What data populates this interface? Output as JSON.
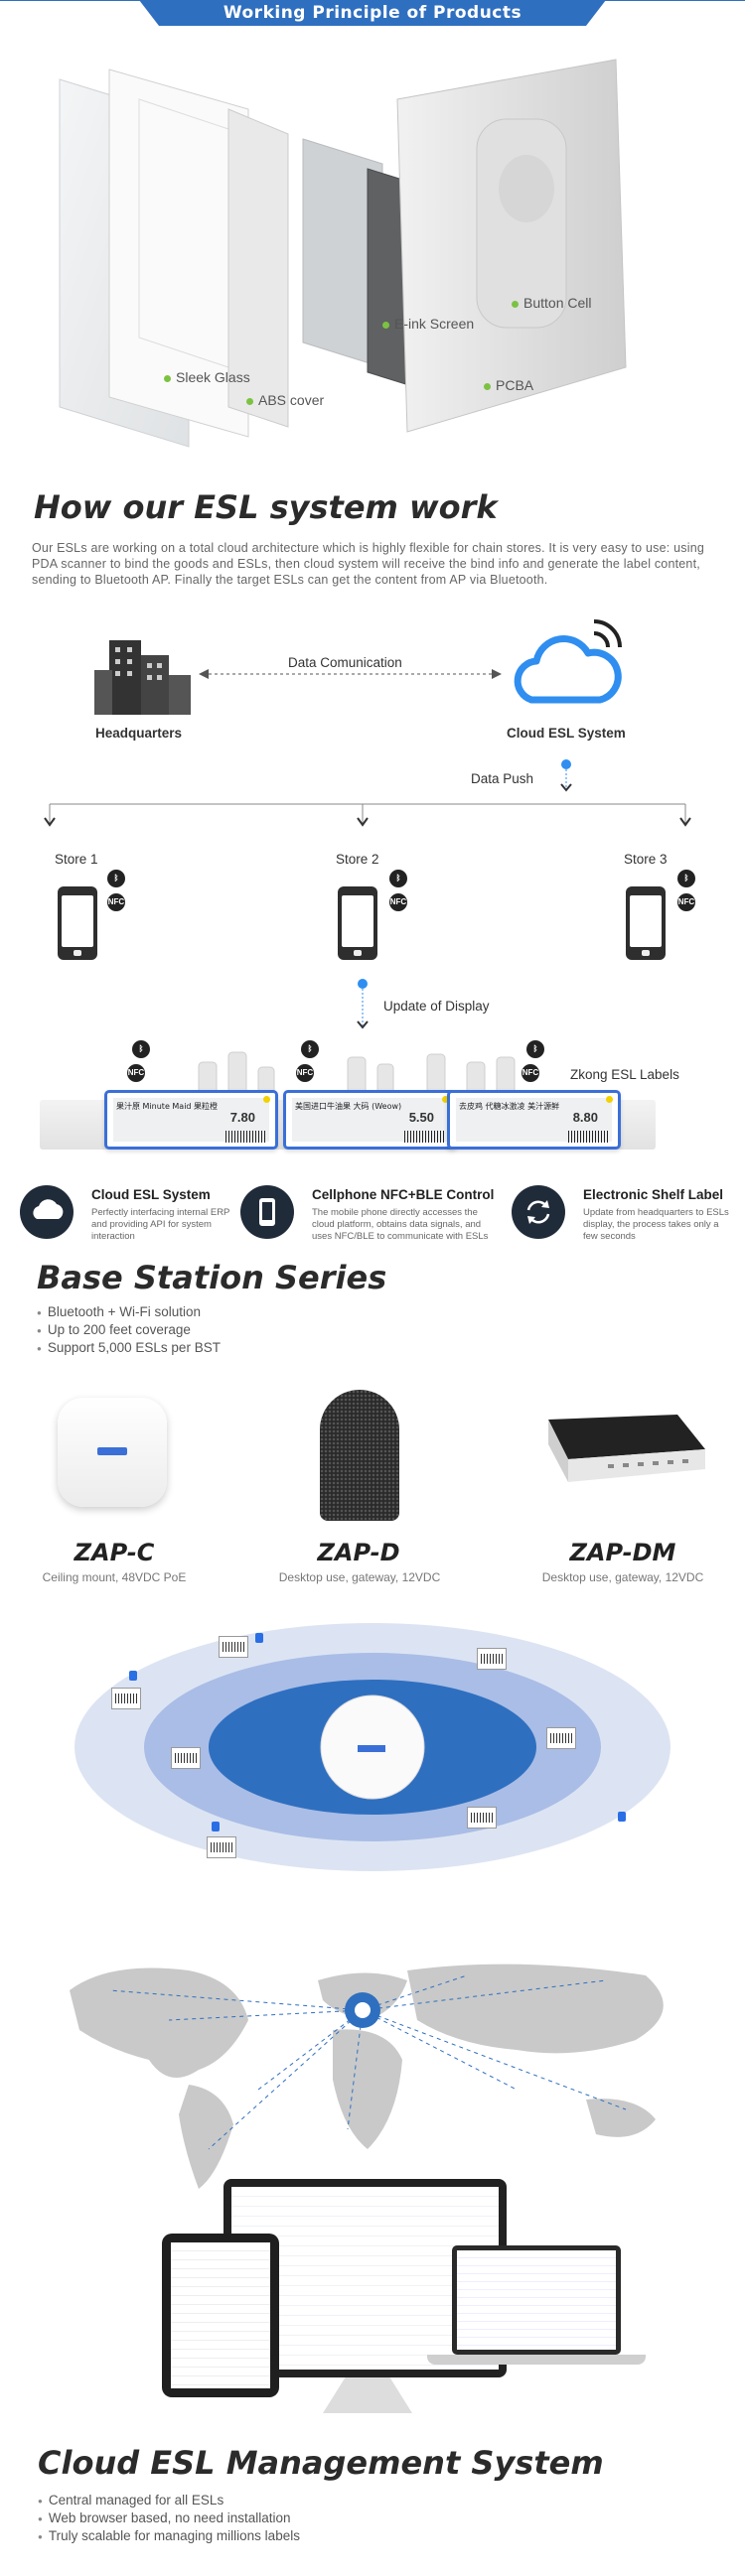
{
  "banner": {
    "title": "Working Principle of Products",
    "color": "#2f6fc0"
  },
  "exploded": {
    "labels": {
      "sleek_glass": "Sleek Glass",
      "abs_cover": "ABS cover",
      "eink_screen": "E-ink Screen",
      "pcba": "PCBA",
      "button_cell": "Button Cell"
    },
    "dot_color": "#7cc242"
  },
  "how": {
    "title": "How our ESL system work",
    "paragraph": "Our ESLs are working on a total cloud architecture which is highly flexible for chain stores. It is very easy to use: using PDA scanner to bind the goods and ESLs, then cloud system will receive the bind info and generate the label content, sending to Bluetooth AP. Finally the target ESLs can get the content from AP via Bluetooth."
  },
  "flow": {
    "headquarters": "Headquarters",
    "data_comm": "Data Comunication",
    "cloud": "Cloud ESL System",
    "data_push": "Data Push",
    "stores": [
      "Store 1",
      "Store 2",
      "Store 3"
    ],
    "update": "Update of Display",
    "labels_caption": "Zkong ESL Labels",
    "nfc": "NFC",
    "cloud_color": "#2f8ef0"
  },
  "esl_tags": [
    {
      "name": "果汁原 Minute Maid 果粒橙",
      "price": "7.80"
    },
    {
      "name": "美国进口牛油果 大码 (Weow)",
      "price": "5.50"
    },
    {
      "name": "去皮鸡 代糖冰激凌 美汁源鲜",
      "price": "8.80"
    }
  ],
  "features": [
    {
      "title": "Cloud ESL System",
      "desc": "Perfectly interfacing internal ERP and providing API for system interaction"
    },
    {
      "title": "Cellphone NFC+BLE Control",
      "desc": "The mobile phone directly accesses the cloud platform, obtains data signals, and uses NFC/BLE to communicate with ESLs"
    },
    {
      "title": "Electronic Shelf Label",
      "desc": "Update from headquarters to ESLs display, the process takes only a few seconds"
    }
  ],
  "base": {
    "title": "Base Station Series",
    "bullets": [
      "Bluetooth + Wi-Fi solution",
      "Up to 200 feet coverage",
      "Support 5,000 ESLs per BST"
    ],
    "products": [
      {
        "name": "ZAP-C",
        "desc": "Ceiling mount, 48VDC PoE"
      },
      {
        "name": "ZAP-D",
        "desc": "Desktop use, gateway, 12VDC"
      },
      {
        "name": "ZAP-DM",
        "desc": "Desktop use, gateway, 12VDC"
      }
    ]
  },
  "cloud_mgmt": {
    "title": "Cloud ESL Management System",
    "bullets": [
      "Central managed for all ESLs",
      "Web browser based, no need installation",
      "Truly scalable for managing millions labels"
    ]
  }
}
